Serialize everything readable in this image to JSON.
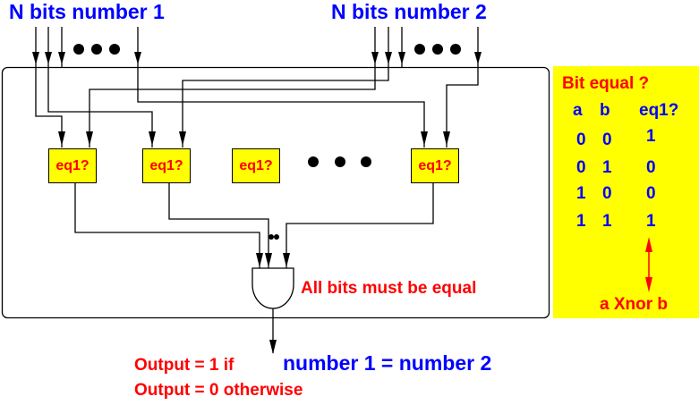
{
  "inputs": {
    "number1_label": "N bits number 1",
    "number2_label": "N bits number 2"
  },
  "comparators": [
    {
      "label": "eq1?"
    },
    {
      "label": "eq1?"
    },
    {
      "label": "eq1?"
    },
    {
      "label": "eq1?"
    }
  ],
  "gate": {
    "type": "AND",
    "note": "All bits must be equal"
  },
  "output": {
    "line1_prefix": "Output = 1  if",
    "line1_condition": "number 1 = number 2",
    "line2": "Output = 0  otherwise"
  },
  "truth_table": {
    "title": "Bit equal ?",
    "headers": [
      "a",
      "b",
      "eq1?"
    ],
    "rows": [
      [
        "0",
        "0",
        "1"
      ],
      [
        "0",
        "1",
        "0"
      ],
      [
        "1",
        "0",
        "0"
      ],
      [
        "1",
        "1",
        "1"
      ]
    ],
    "footnote": "a Xnor b"
  },
  "colors": {
    "title_blue": "#0000ff",
    "text_red": "#ff0000",
    "box_yellow": "#ffff00"
  }
}
